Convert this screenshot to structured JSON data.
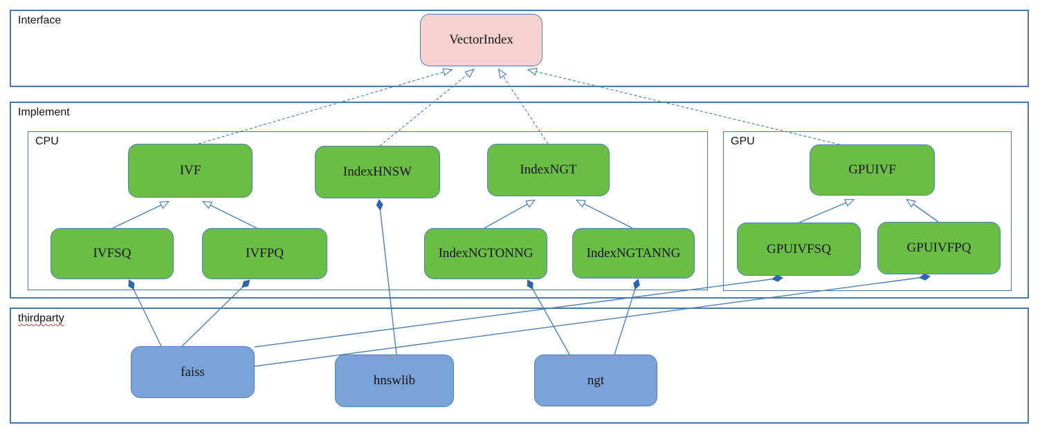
{
  "containers": {
    "interface": "Interface",
    "implement": "Implement",
    "cpu": "CPU",
    "gpu": "GPU",
    "thirdparty": "thirdparty"
  },
  "nodes": {
    "vectorindex": "VectorIndex",
    "ivf": "IVF",
    "indexhnsw": "IndexHNSW",
    "indexngt": "IndexNGT",
    "gpuivf": "GPUIVF",
    "ivfsq": "IVFSQ",
    "ivfpq": "IVFPQ",
    "indexngtonng": "IndexNGTONNG",
    "indexngtanng": "IndexNGTANNG",
    "gpuivfsq": "GPUIVFSQ",
    "gpuivfpq": "GPUIVFPQ",
    "faiss": "faiss",
    "hnswlib": "hnswlib",
    "ngt": "ngt"
  },
  "colors": {
    "interface_node_fill": "#f8d2ce",
    "implement_node_fill": "#6bbe45",
    "thirdparty_node_fill": "#7aa4d8",
    "node_border": "#4a7ebb",
    "container_border": "#4678ae",
    "edge": "#4a7ebb",
    "diamond_fill": "#2f66a8",
    "squiggle": "#e0312f"
  },
  "relations": [
    {
      "from": "ivf",
      "to": "vectorindex",
      "type": "realization-dashed"
    },
    {
      "from": "indexhnsw",
      "to": "vectorindex",
      "type": "realization-dashed"
    },
    {
      "from": "indexngt",
      "to": "vectorindex",
      "type": "realization-dashed"
    },
    {
      "from": "gpuivf",
      "to": "vectorindex",
      "type": "realization-dashed"
    },
    {
      "from": "ivfsq",
      "to": "ivf",
      "type": "generalization"
    },
    {
      "from": "ivfpq",
      "to": "ivf",
      "type": "generalization"
    },
    {
      "from": "indexngtonng",
      "to": "indexngt",
      "type": "generalization"
    },
    {
      "from": "indexngtanng",
      "to": "indexngt",
      "type": "generalization"
    },
    {
      "from": "gpuivfsq",
      "to": "gpuivf",
      "type": "generalization"
    },
    {
      "from": "gpuivfpq",
      "to": "gpuivf",
      "type": "generalization"
    },
    {
      "from": "faiss",
      "to": "ivfsq",
      "type": "composition"
    },
    {
      "from": "faiss",
      "to": "ivfpq",
      "type": "composition"
    },
    {
      "from": "faiss",
      "to": "gpuivfsq",
      "type": "composition"
    },
    {
      "from": "faiss",
      "to": "gpuivfpq",
      "type": "composition"
    },
    {
      "from": "hnswlib",
      "to": "indexhnsw",
      "type": "composition"
    },
    {
      "from": "ngt",
      "to": "indexngtonng",
      "type": "composition"
    },
    {
      "from": "ngt",
      "to": "indexngtanng",
      "type": "composition"
    }
  ]
}
